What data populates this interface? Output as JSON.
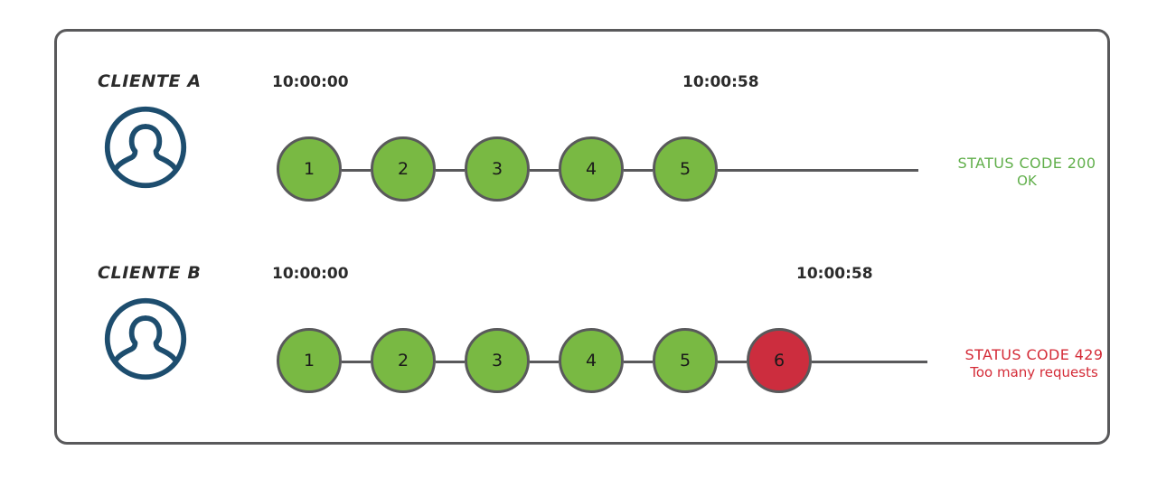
{
  "diagram": {
    "frame_border_color": "#59595b",
    "colors": {
      "node_ok": "#79b943",
      "node_error": "#cc2d3e",
      "node_stroke": "#59595b",
      "status_ok_text": "#61af4b",
      "status_error_text": "#d42b37",
      "avatar": "#1d4d6e"
    },
    "rows": [
      {
        "id": "cliente-a",
        "label": "CLIENTE A",
        "avatar_icon": "user-avatar-icon",
        "timestamp_start": "10:00:00",
        "timestamp_end": "10:00:58",
        "nodes": [
          {
            "number": "1",
            "state": "ok"
          },
          {
            "number": "2",
            "state": "ok"
          },
          {
            "number": "3",
            "state": "ok"
          },
          {
            "number": "4",
            "state": "ok"
          },
          {
            "number": "5",
            "state": "ok"
          }
        ],
        "status": {
          "state": "ok",
          "line1": "STATUS CODE 200",
          "line2": "OK"
        }
      },
      {
        "id": "cliente-b",
        "label": "CLIENTE B",
        "avatar_icon": "user-avatar-icon",
        "timestamp_start": "10:00:00",
        "timestamp_end": "10:00:58",
        "nodes": [
          {
            "number": "1",
            "state": "ok"
          },
          {
            "number": "2",
            "state": "ok"
          },
          {
            "number": "3",
            "state": "ok"
          },
          {
            "number": "4",
            "state": "ok"
          },
          {
            "number": "5",
            "state": "ok"
          },
          {
            "number": "6",
            "state": "error"
          }
        ],
        "status": {
          "state": "error",
          "line1": "STATUS CODE 429",
          "line2": "Too many requests"
        }
      }
    ]
  }
}
